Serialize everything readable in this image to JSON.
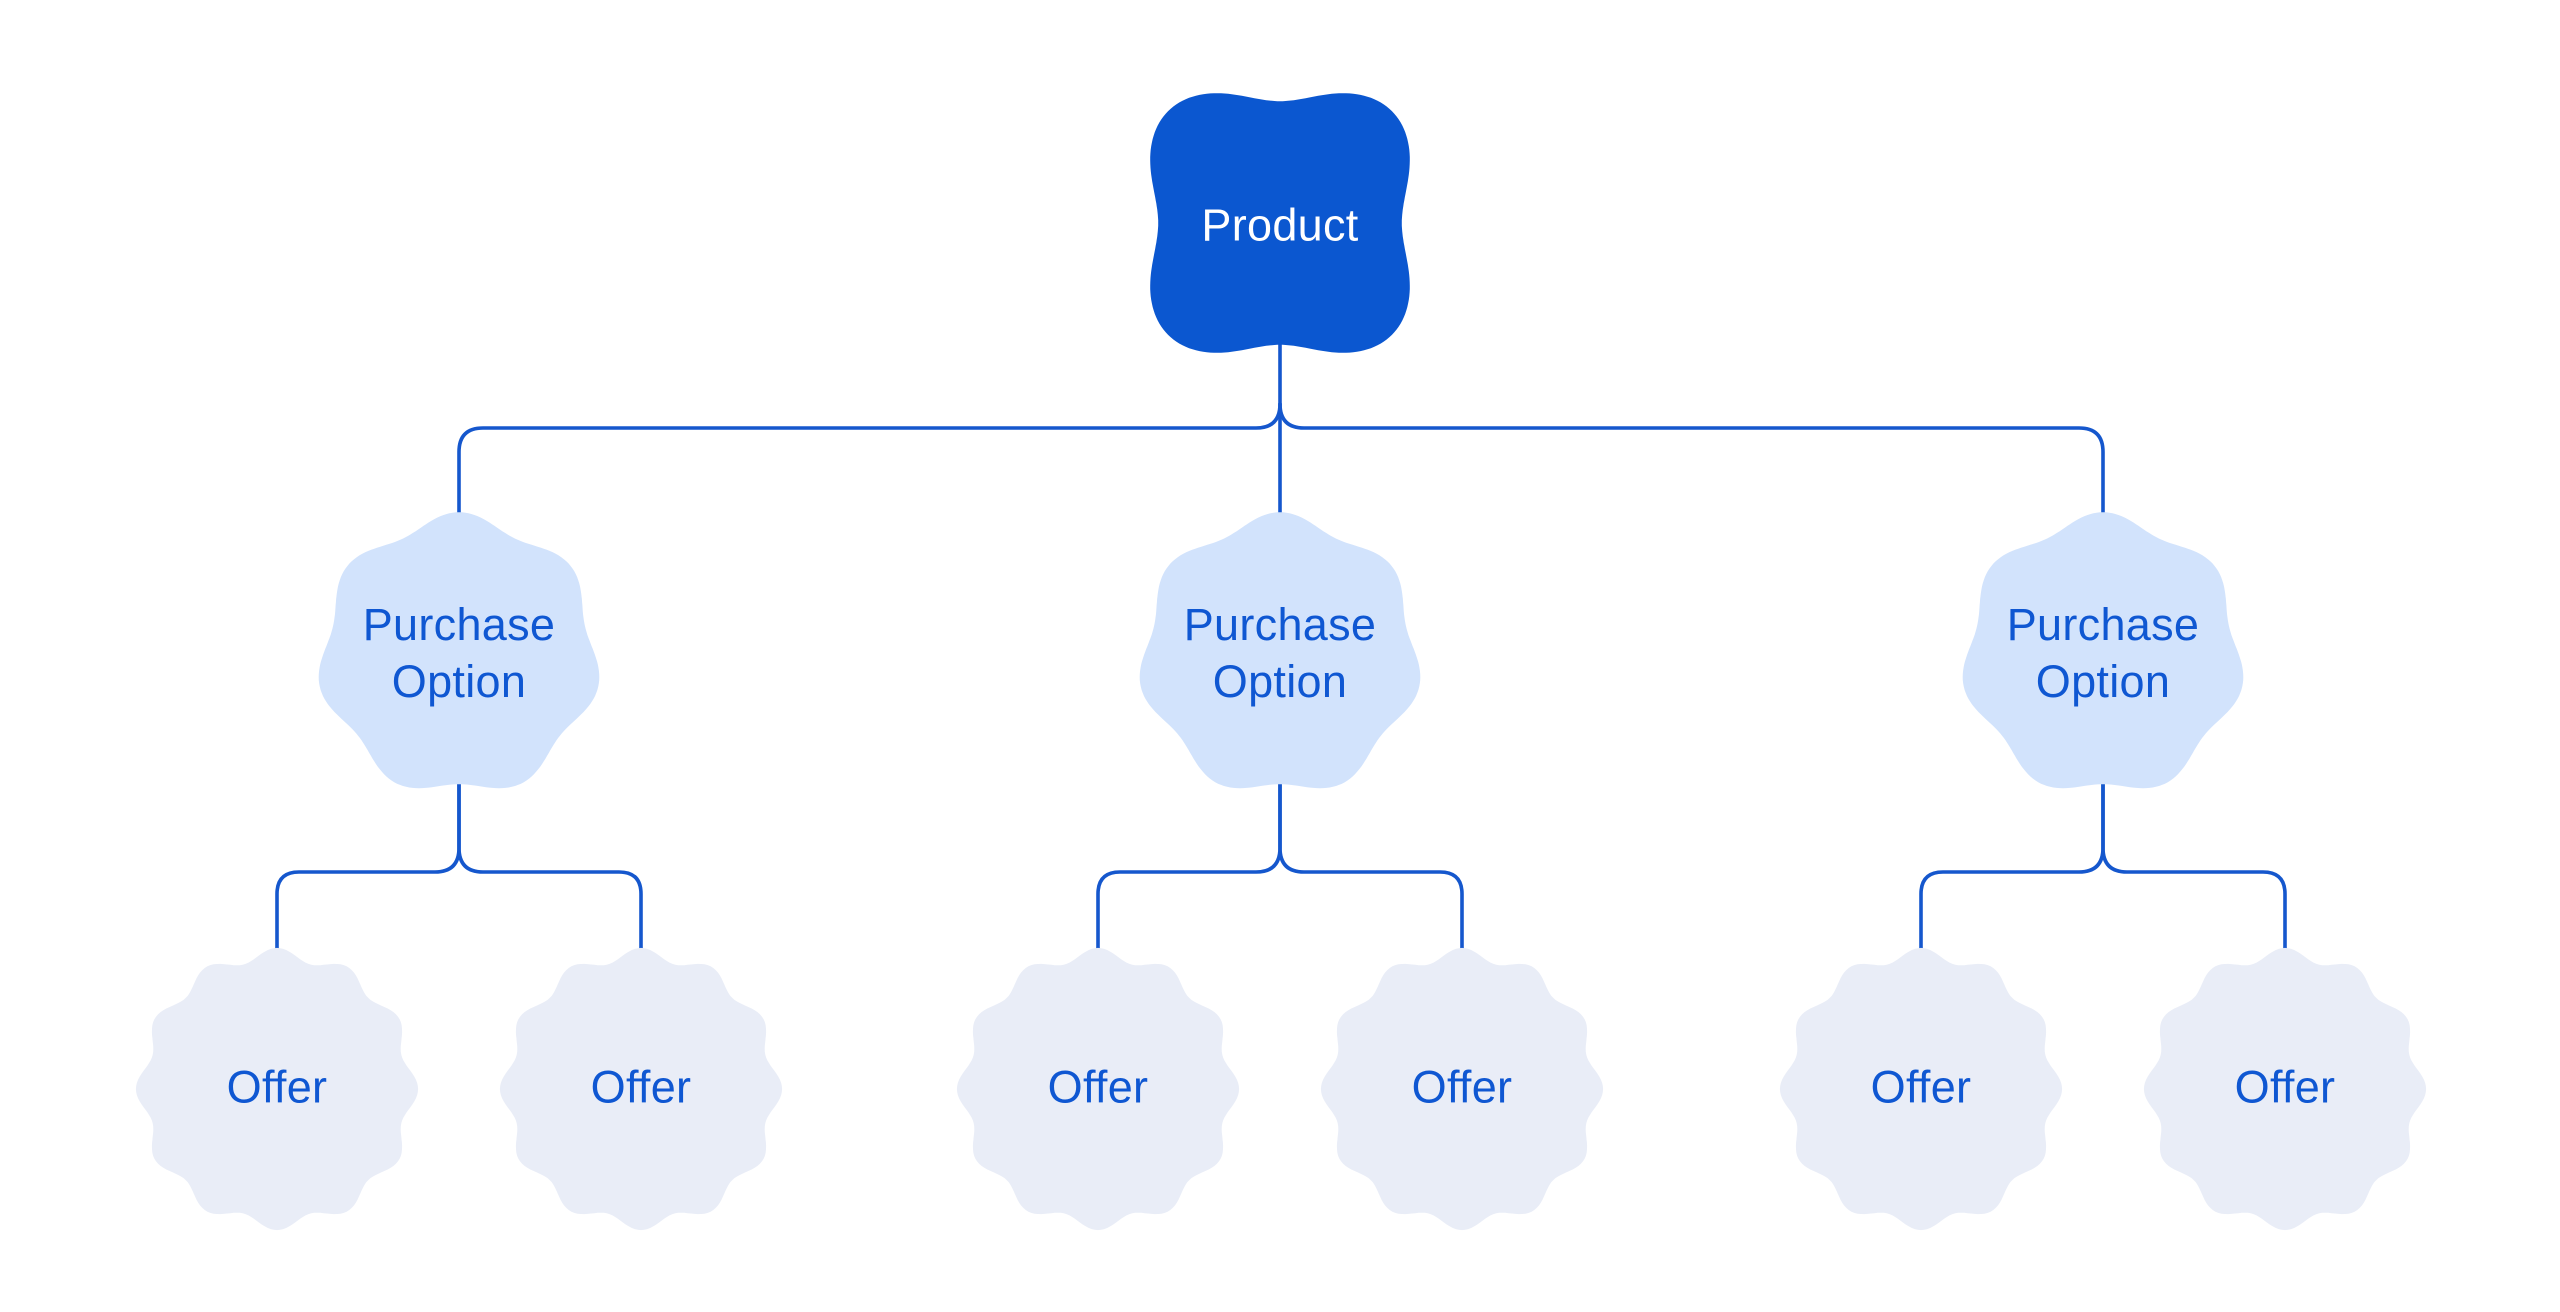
{
  "diagram": {
    "root": {
      "label": "Product"
    },
    "purchase_options": [
      {
        "label": "Purchase Option"
      },
      {
        "label": "Purchase Option"
      },
      {
        "label": "Purchase Option"
      }
    ],
    "offers": [
      {
        "label": "Offer"
      },
      {
        "label": "Offer"
      },
      {
        "label": "Offer"
      },
      {
        "label": "Offer"
      },
      {
        "label": "Offer"
      },
      {
        "label": "Offer"
      }
    ],
    "colors": {
      "background": "#ffffff",
      "root_fill": "#0b57d0",
      "root_text": "#ffffff",
      "option_fill": "#d2e3fc",
      "option_text": "#0f57d2",
      "offer_fill": "#e9edf7",
      "offer_text": "#0f57d2",
      "connector": "#1557cd"
    }
  }
}
